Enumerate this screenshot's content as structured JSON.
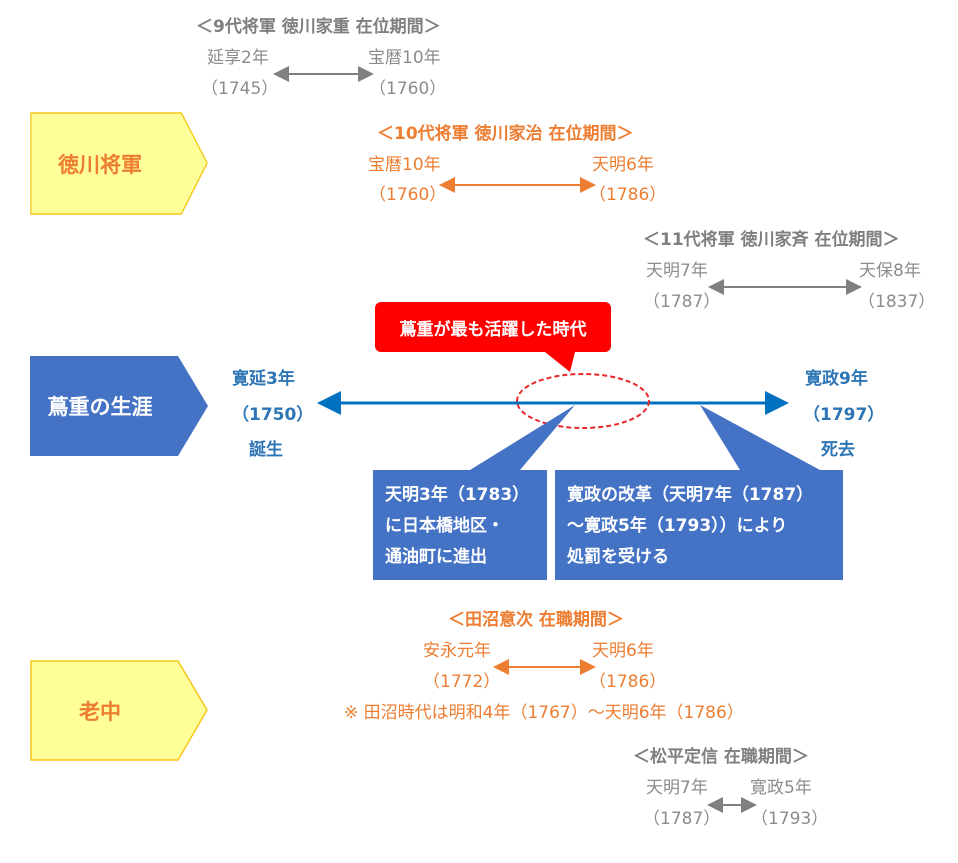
{
  "shogun_row": {
    "label": "徳川将軍",
    "ieshige": {
      "title": "＜9代将軍 徳川家重 在位期間＞",
      "start_era": "延享2年",
      "start_year": "（1745）",
      "end_era": "宝暦10年",
      "end_year": "（1760）"
    },
    "ieharu": {
      "title": "＜10代将軍 徳川家治 在位期間＞",
      "start_era": "宝暦10年",
      "start_year": "（1760）",
      "end_era": "天明6年",
      "end_year": "（1786）"
    },
    "ienari": {
      "title": "＜11代将軍 徳川家斉 在位期間＞",
      "start_era": "天明7年",
      "start_year": "（1787）",
      "end_era": "天保8年",
      "end_year": "（1837）"
    }
  },
  "tsutaju_row": {
    "label": "蔦重の生涯",
    "birth": {
      "era": "寛延3年",
      "year": "（1750）",
      "event": "誕生"
    },
    "death": {
      "era": "寛政9年",
      "year": "（1797）",
      "event": "死去"
    },
    "highlight": "蔦重が最も活躍した時代",
    "callout_left": "天明3年（1783）\nに日本橋地区・\n通油町に進出",
    "callout_right": "寛政の改革（天明7年（1787）\n～寛政5年（1793））により\n処罰を受ける"
  },
  "roju_row": {
    "label": "老中",
    "tanuma": {
      "title": "＜田沼意次 在職期間＞",
      "start_era": "安永元年",
      "start_year": "（1772）",
      "end_era": "天明6年",
      "end_year": "（1786）",
      "note": "※ 田沼時代は明和4年（1767）～天明6年（1786）"
    },
    "matsudaira": {
      "title": "＜松平定信 在職期間＞",
      "start_era": "天明7年",
      "start_year": "（1787）",
      "end_era": "寛政5年",
      "end_year": "（1793）"
    }
  },
  "colors": {
    "shogun": "#ed7d31",
    "gray": "#8c8c8c",
    "blue": "#4472c4",
    "timeline": "#2e75b6",
    "highlight": "#ff0000",
    "yellow": "#ffff99"
  }
}
